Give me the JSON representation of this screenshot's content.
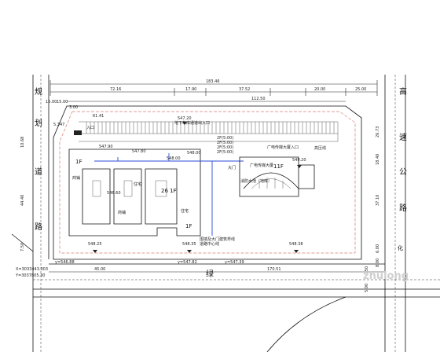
{
  "roads": {
    "left_chars": [
      "规",
      "划",
      "道",
      "路"
    ],
    "right_chars": [
      "高",
      "速",
      "公",
      "路"
    ],
    "bottom_char": "绿",
    "bottom_right_char": "化"
  },
  "dimensions": {
    "top_total": "183.46",
    "top_segs": [
      "72.16",
      "17.90",
      "37.52",
      "20.00",
      "25.00"
    ],
    "inner_top": "112.50",
    "left_small": [
      "15.00",
      "15.00",
      "3.00"
    ],
    "p_61": "61.41",
    "p_5347": "5.347",
    "left_vert": [
      "10.68",
      "44.40",
      "7.50"
    ],
    "right_vert": [
      "26.73",
      "18.40",
      "37.10"
    ],
    "right_small": [
      "6.00",
      "8.00"
    ],
    "bottom": [
      "45.00",
      "170.51"
    ],
    "bottom_small": [
      "7.50",
      "5.00"
    ]
  },
  "elevations": [
    "547.20",
    "547.90",
    "548.00",
    "548.60",
    "548.25",
    "548.35",
    "548.38",
    "549.20",
    "547.80",
    "548.00"
  ],
  "labels": {
    "fence_note": "围墙及大门建筑界线",
    "pool": "消防水池（地库）",
    "tower_label": "广电传媒大厦",
    "tower_floors": "11F",
    "label_26f": "26 1F",
    "label_1f": "1F",
    "label_1f_b": "1F",
    "block_a": "商铺",
    "block_b": "商铺",
    "block_c": "住宅",
    "block_d": "住宅",
    "entry": "入口",
    "road_note": "道路中心线",
    "annot_top": "地下车库通道出入口",
    "annot_mid_1": "2F(5:00)",
    "annot_mid_2": "2F(5:00)",
    "annot_mid_3": "2F(5:00)",
    "annot_mid_4": "2F(5:00)",
    "gate": "大门",
    "hv_note": "高压线",
    "coord_1": "X=3033443.303",
    "coord_2": "Y=3037805.30",
    "y_label_1": "y=546.88",
    "y_label_2": "y=547.82",
    "y_label_3": "y=547.39",
    "tower_side": "广电传媒大厦入口"
  },
  "watermark": "zhulong"
}
